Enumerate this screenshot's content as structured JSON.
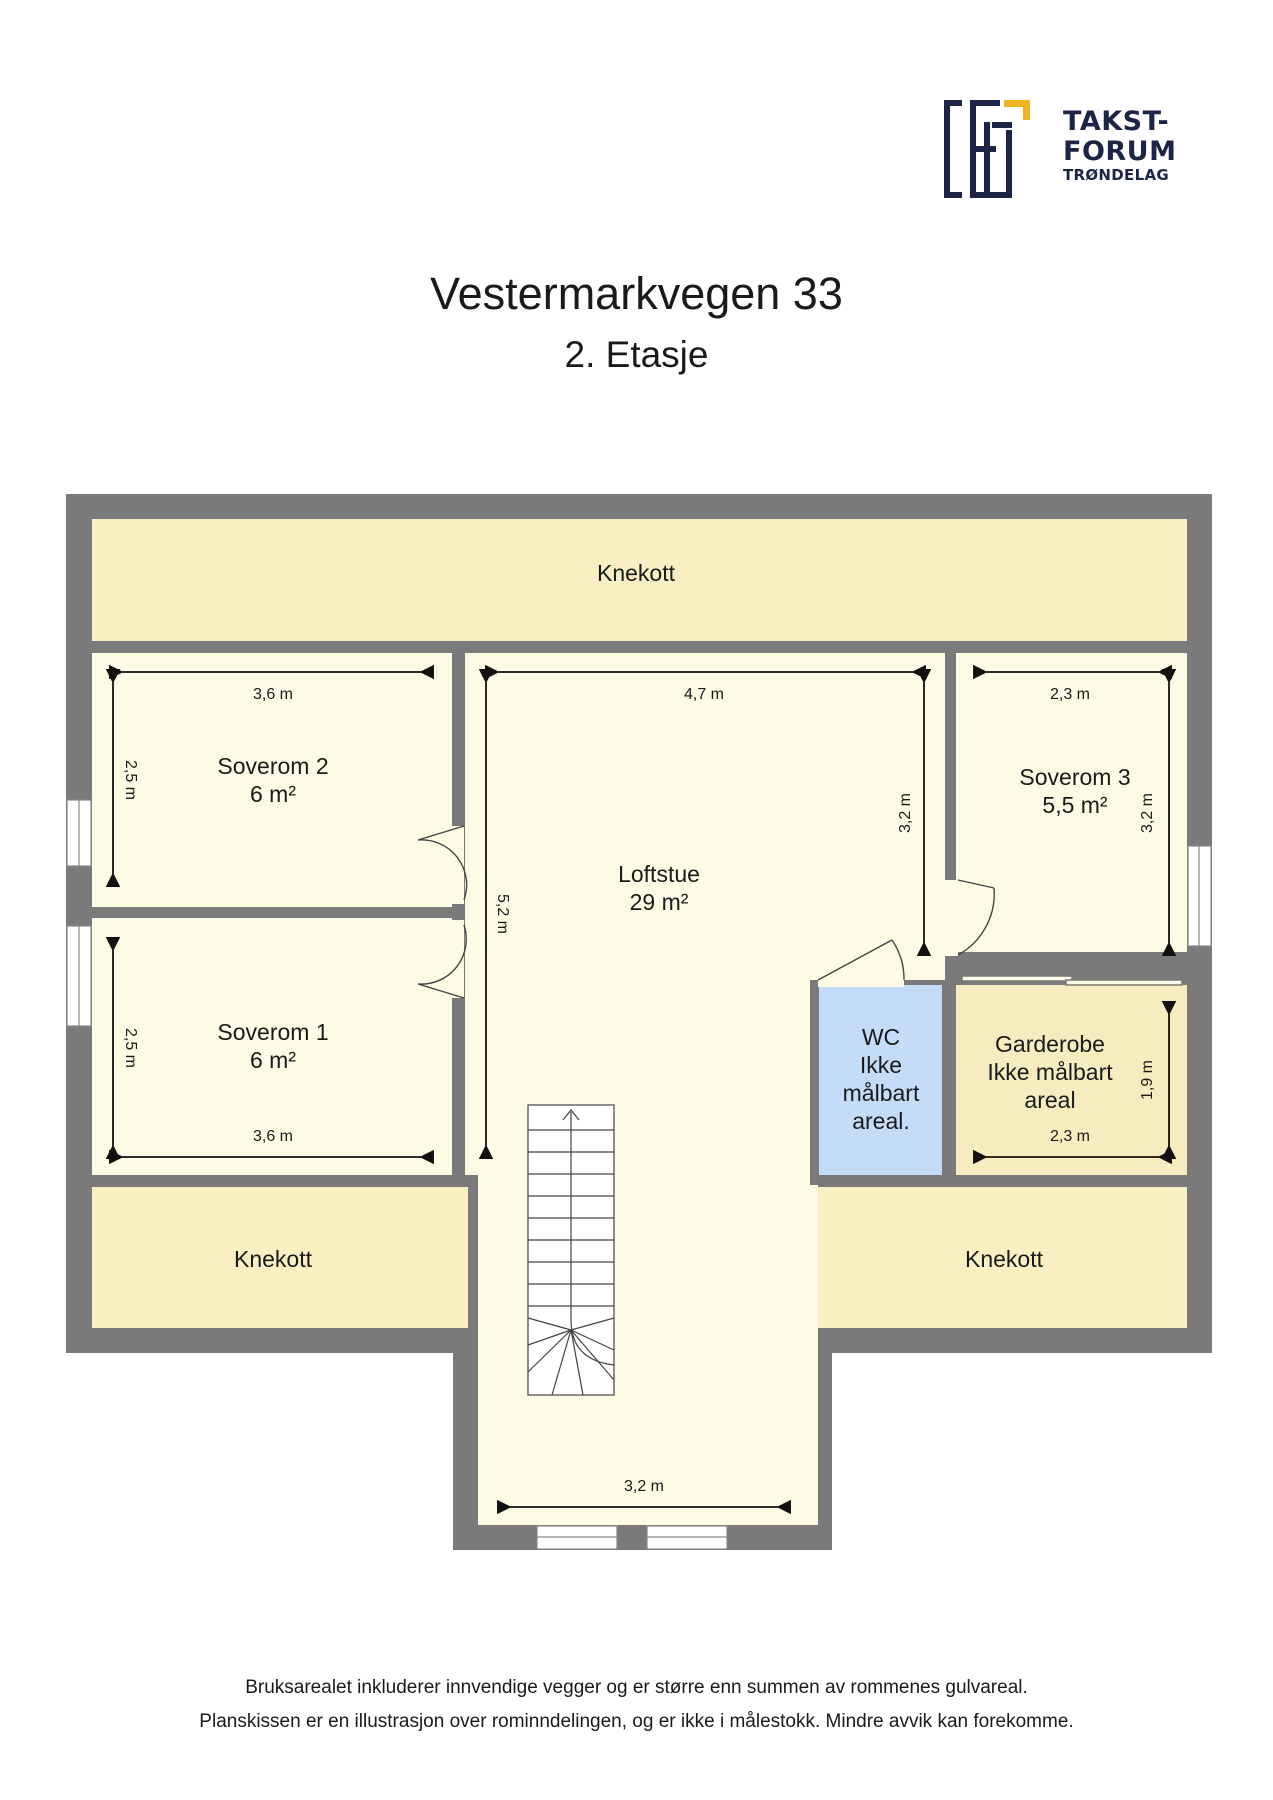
{
  "logo": {
    "line1": "TAKST-",
    "line2": "FORUM",
    "line3": "TRØNDELAG",
    "brand_color": "#1d2547",
    "accent_color": "#f0b323"
  },
  "title": "Vestermarkvegen 33",
  "subtitle": "2. Etasje",
  "rooms": {
    "knekott_top": {
      "name": "Knekott"
    },
    "soverom2": {
      "name": "Soverom 2",
      "area": "6 m²"
    },
    "soverom1": {
      "name": "Soverom 1",
      "area": "6 m²"
    },
    "loftstue": {
      "name": "Loftstue",
      "area": "29 m²"
    },
    "soverom3": {
      "name": "Soverom 3",
      "area": "5,5 m²"
    },
    "wc": {
      "line1": "WC",
      "line2": "Ikke",
      "line3": "målbart",
      "line4": "areal."
    },
    "garderobe": {
      "line1": "Garderobe",
      "line2": "Ikke målbart",
      "line3": "areal"
    },
    "knekott_left": {
      "name": "Knekott"
    },
    "knekott_right": {
      "name": "Knekott"
    }
  },
  "dimensions": {
    "soverom2_width": "3,6 m",
    "soverom2_depth": "2,5 m",
    "soverom1_depth": "2,5 m",
    "soverom1_width": "3,6 m",
    "loftstue_width": "4,7 m",
    "loftstue_depth": "5,2 m",
    "loftstue_inner_depth": "3,2 m",
    "loftstue_bottom_width": "3,2 m",
    "soverom3_width": "2,3 m",
    "soverom3_depth": "3,2 m",
    "garderobe_depth": "1,9 m",
    "garderobe_width": "2,3 m"
  },
  "colors": {
    "wall": "#7a7a7a",
    "room_fill": "#fdfae5",
    "knekott_fill": "#f8efc2",
    "garderobe_fill": "#f5ecc0",
    "wc_fill": "#c4dcf7"
  },
  "footer": {
    "line1": "Bruksarealet inkluderer innvendige vegger og er større enn summen av rommenes gulvareal.",
    "line2": "Planskissen er en illustrasjon over rominndelingen, og er ikke i målestokk. Mindre avvik kan forekomme."
  }
}
